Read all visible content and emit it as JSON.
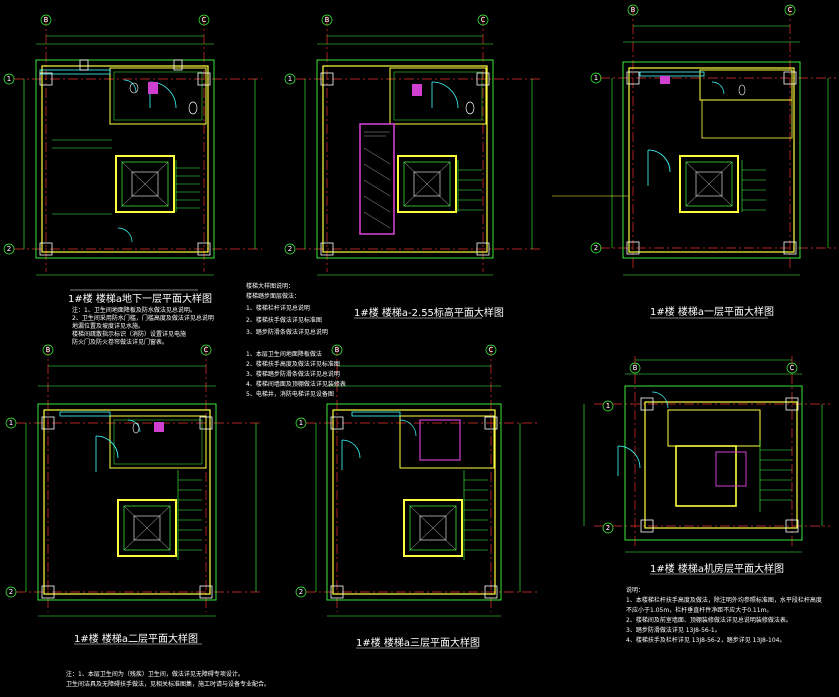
{
  "drawing": {
    "axis_labels": {
      "b": "B",
      "c": "C",
      "n1": "1",
      "n2": "2"
    },
    "plans": [
      {
        "id": "basement",
        "title": "1#楼 楼梯a地下一层平面大样图"
      },
      {
        "id": "mezz",
        "title": "1#楼 楼梯a-2.55标高平面大样图"
      },
      {
        "id": "first",
        "title": "1#楼 楼梯a一层平面大样图"
      },
      {
        "id": "second",
        "title": "1#楼 楼梯a二层平面大样图"
      },
      {
        "id": "third",
        "title": "1#楼 楼梯a三层平面大样图"
      },
      {
        "id": "roof",
        "title": "1#楼 楼梯a机房层平面大样图"
      }
    ],
    "notes": {
      "basement": [
        "注：1、卫生间地面降板及防水做法见总说明。",
        "2、卫生间采用防水门槛，门槛高度及做法详见总说明",
        "地漏位置及坡度详见水施。",
        "楼梯间疏散指示标识（消防）设置详见电施",
        "防火门及防火卷帘做法详见门窗表。"
      ],
      "center_top": [
        "楼梯大样图说明：",
        "楼梯踏步面层做法：",
        "1、楼梯栏杆详见总说明",
        "2、楼梯扶手做法详见标准图",
        "3、踏步防滑条做法详见总说明"
      ],
      "center_list": [
        "1、本层卫生间地面降板做法",
        "2、楼梯扶手高度及做法详见标准图",
        "3、楼梯踏步防滑条做法详见总说明",
        "4、楼梯间墙面及顶棚做法详见装修表",
        "5、电梯井，消防电梯详见设备图"
      ],
      "bottom_left": [
        "注：1、本层卫生间为（残疾）卫生间，做法详见无障碍专项设计。",
        "卫生间洁具及无障碍扶手做法，见相关标准图集，施工时请与设备专业配合。"
      ],
      "right": [
        "说明：",
        "1、本楼梯栏杆扶手高度及做法，除注明外均参照标准图，水平段栏杆高度",
        "不应小于1.05m，栏杆垂直杆件净距不应大于0.11m。",
        "2、楼梯间及前室墙面、顶棚装修做法详见总说明装修做法表。",
        "3、踏步防滑做法详见 13J8-56-1。",
        "4、楼梯扶手及栏杆详见 13J8-56-2，踏步详见 13J8-104。"
      ]
    }
  }
}
